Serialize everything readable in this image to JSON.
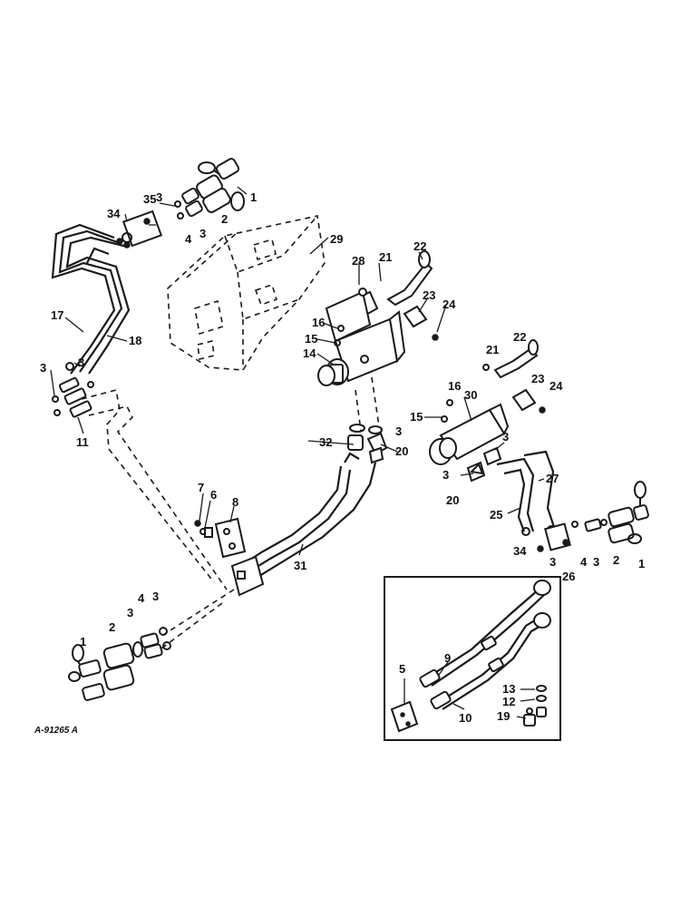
{
  "callouts": [
    {
      "id": "c1a",
      "label": "1"
    },
    {
      "id": "c2a",
      "label": "2"
    },
    {
      "id": "c3a",
      "label": "3"
    },
    {
      "id": "c35",
      "label": "35"
    },
    {
      "id": "c34a",
      "label": "34"
    },
    {
      "id": "c4a",
      "label": "4"
    },
    {
      "id": "c3b",
      "label": "3"
    },
    {
      "id": "c29",
      "label": "29"
    },
    {
      "id": "c28",
      "label": "28"
    },
    {
      "id": "c21a",
      "label": "21"
    },
    {
      "id": "c22a",
      "label": "22"
    },
    {
      "id": "c23a",
      "label": "23"
    },
    {
      "id": "c24a",
      "label": "24"
    },
    {
      "id": "c16a",
      "label": "16"
    },
    {
      "id": "c15a",
      "label": "15"
    },
    {
      "id": "c14",
      "label": "14"
    },
    {
      "id": "c17",
      "label": "17"
    },
    {
      "id": "c18",
      "label": "18"
    },
    {
      "id": "c3c",
      "label": "3"
    },
    {
      "id": "c3d",
      "label": "3"
    },
    {
      "id": "c11",
      "label": "11"
    },
    {
      "id": "c21b",
      "label": "21"
    },
    {
      "id": "c22b",
      "label": "22"
    },
    {
      "id": "c23b",
      "label": "23"
    },
    {
      "id": "c24b",
      "label": "24"
    },
    {
      "id": "c16b",
      "label": "16"
    },
    {
      "id": "c30",
      "label": "30"
    },
    {
      "id": "c15b",
      "label": "15"
    },
    {
      "id": "c3e",
      "label": "3"
    },
    {
      "id": "c32",
      "label": "32"
    },
    {
      "id": "c20a",
      "label": "20"
    },
    {
      "id": "c3f",
      "label": "3"
    },
    {
      "id": "c3g",
      "label": "3"
    },
    {
      "id": "c27",
      "label": "27"
    },
    {
      "id": "c20b",
      "label": "20"
    },
    {
      "id": "c25",
      "label": "25"
    },
    {
      "id": "c7",
      "label": "7"
    },
    {
      "id": "c6",
      "label": "6"
    },
    {
      "id": "c8",
      "label": "8"
    },
    {
      "id": "c31",
      "label": "31"
    },
    {
      "id": "c1b",
      "label": "1"
    },
    {
      "id": "c2b",
      "label": "2"
    },
    {
      "id": "c3h",
      "label": "3"
    },
    {
      "id": "c4b",
      "label": "4"
    },
    {
      "id": "c34b",
      "label": "34"
    },
    {
      "id": "c3i",
      "label": "3"
    },
    {
      "id": "c26",
      "label": "26"
    },
    {
      "id": "c2c",
      "label": "2"
    },
    {
      "id": "c4c",
      "label": "4"
    },
    {
      "id": "c3j",
      "label": "3"
    },
    {
      "id": "c1c",
      "label": "1"
    },
    {
      "id": "c3k",
      "label": "3"
    },
    {
      "id": "c9",
      "label": "9"
    },
    {
      "id": "c5",
      "label": "5"
    },
    {
      "id": "c13",
      "label": "13"
    },
    {
      "id": "c12",
      "label": "12"
    },
    {
      "id": "c19",
      "label": "19"
    },
    {
      "id": "c10",
      "label": "10"
    }
  ],
  "drawing_ref": "A-91265 A"
}
